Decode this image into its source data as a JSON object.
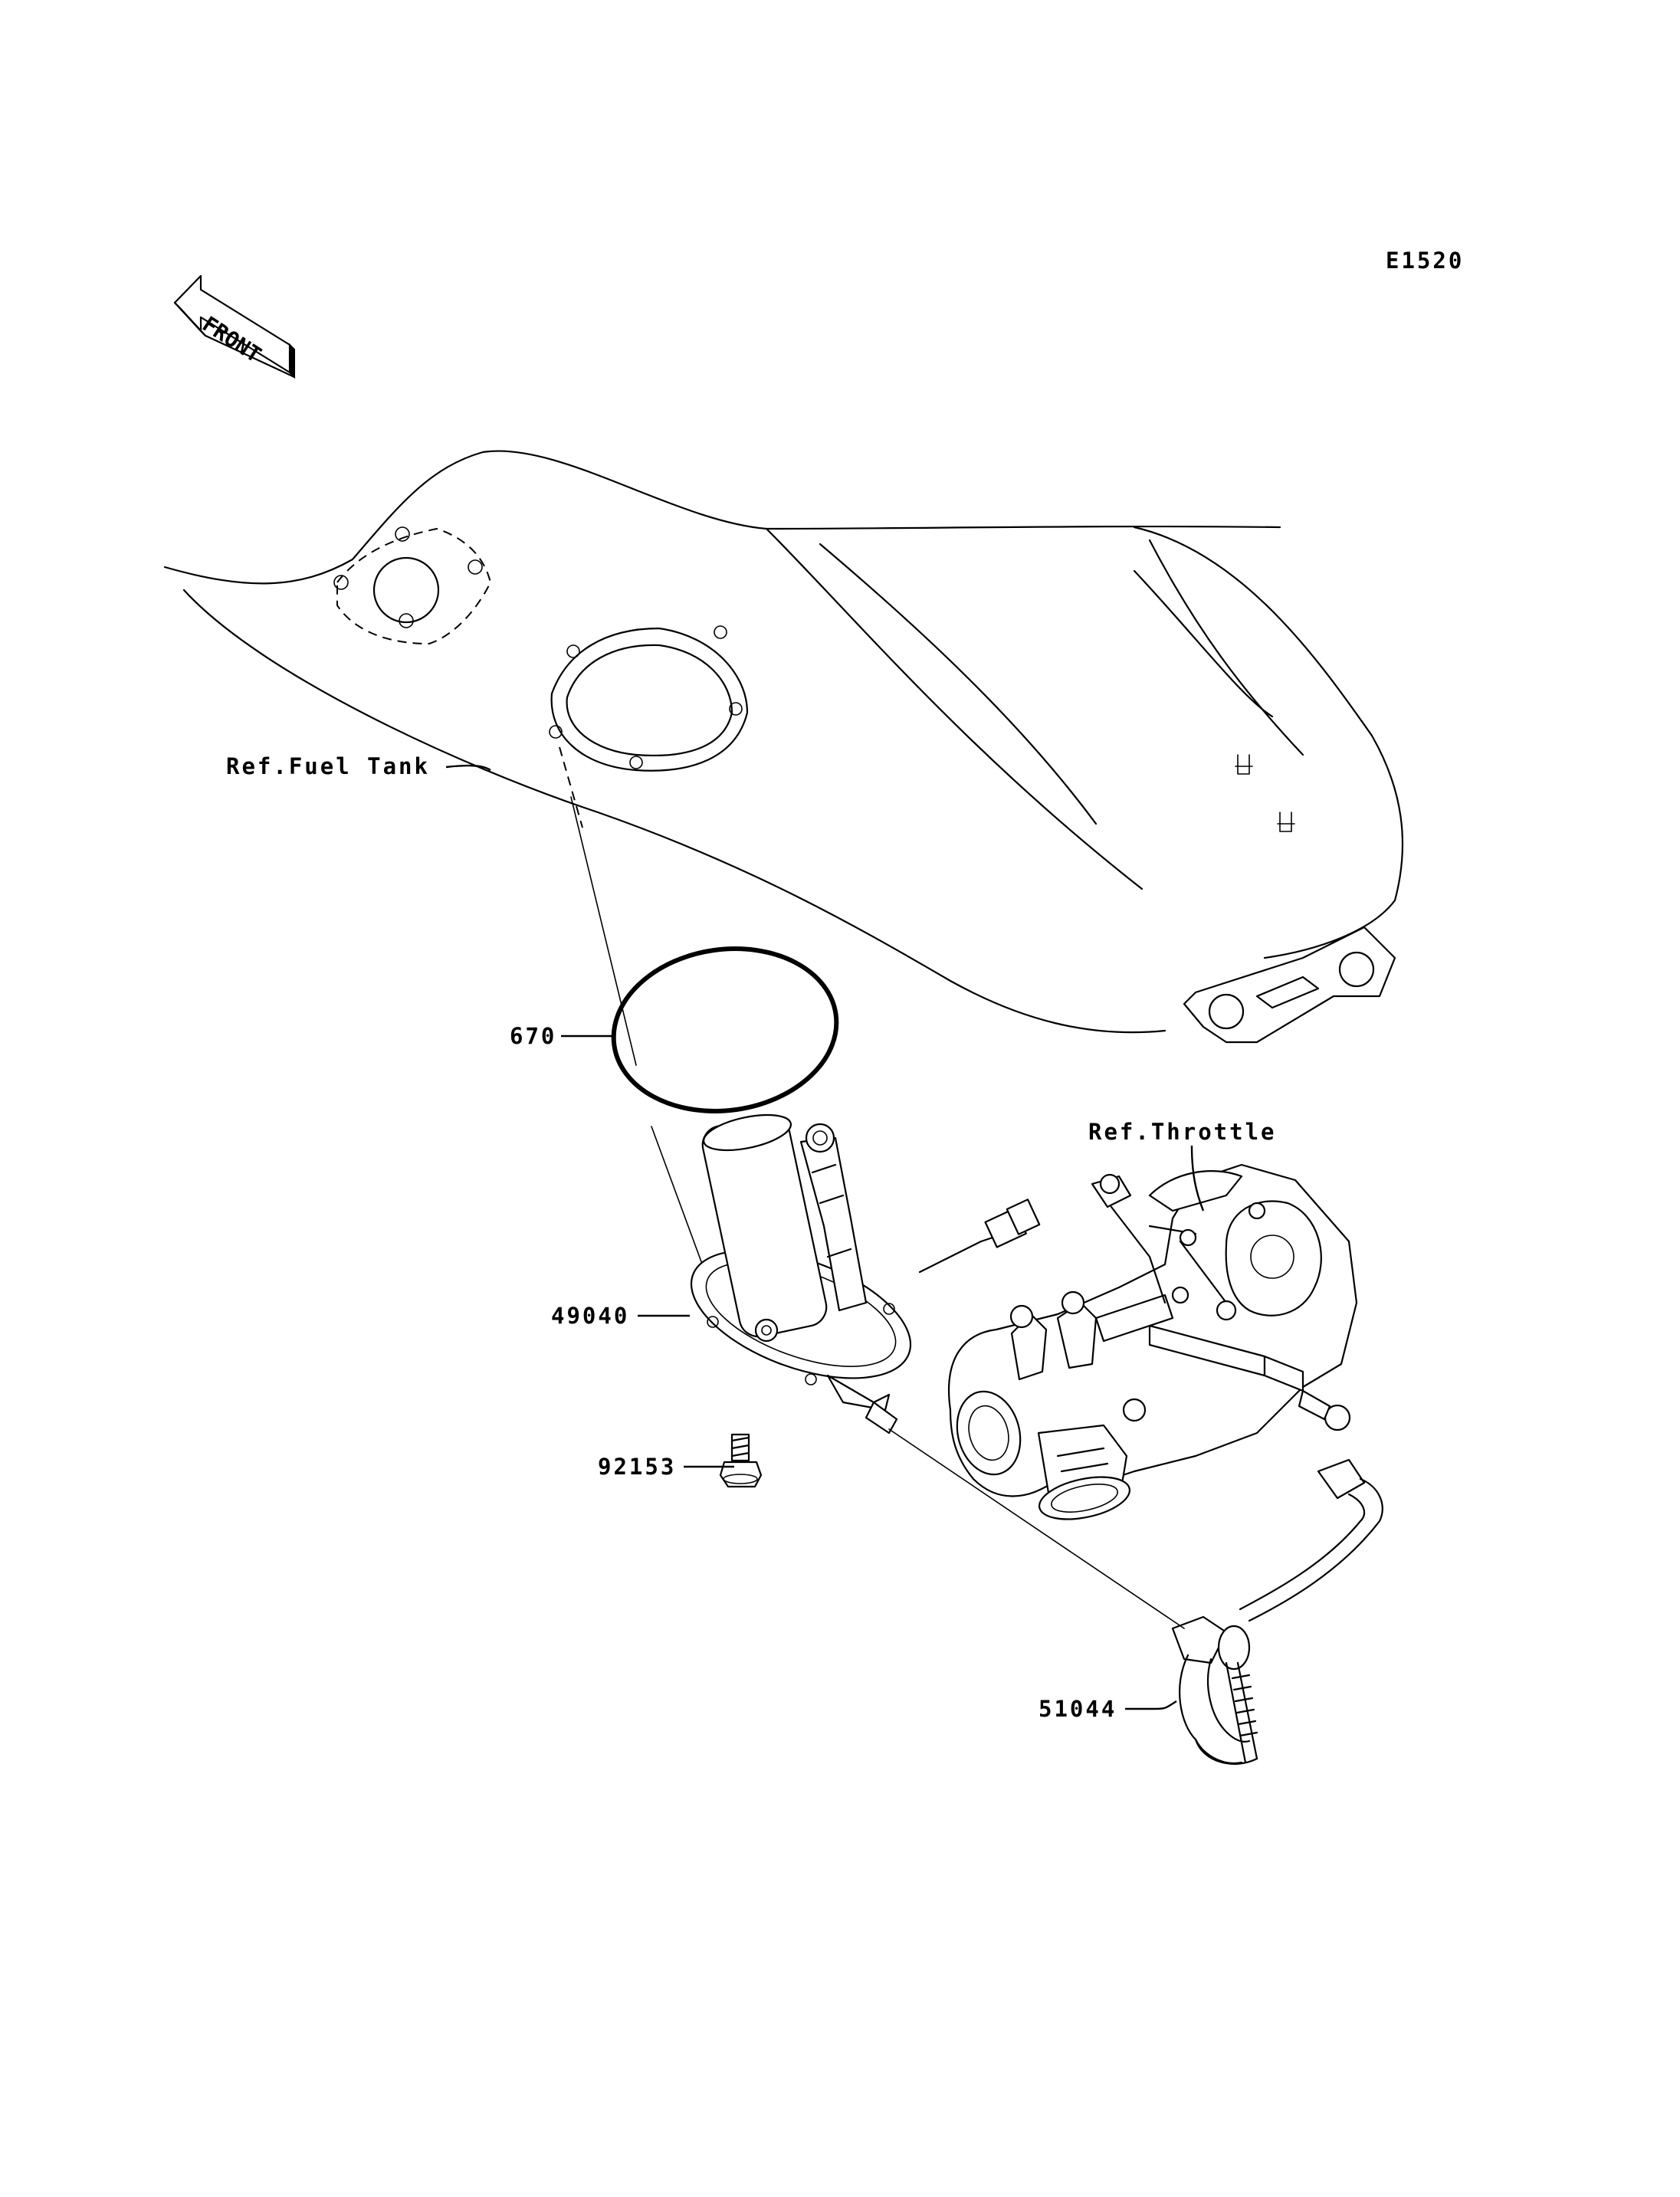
{
  "diagram": {
    "code": "E1520",
    "front_badge": "FRONT",
    "labels": {
      "fuel_tank": "Ref.Fuel Tank",
      "throttle": "Ref.Throttle",
      "o_ring": "670",
      "fuel_pump": "49040",
      "bolt": "92153",
      "hose": "51044"
    }
  }
}
